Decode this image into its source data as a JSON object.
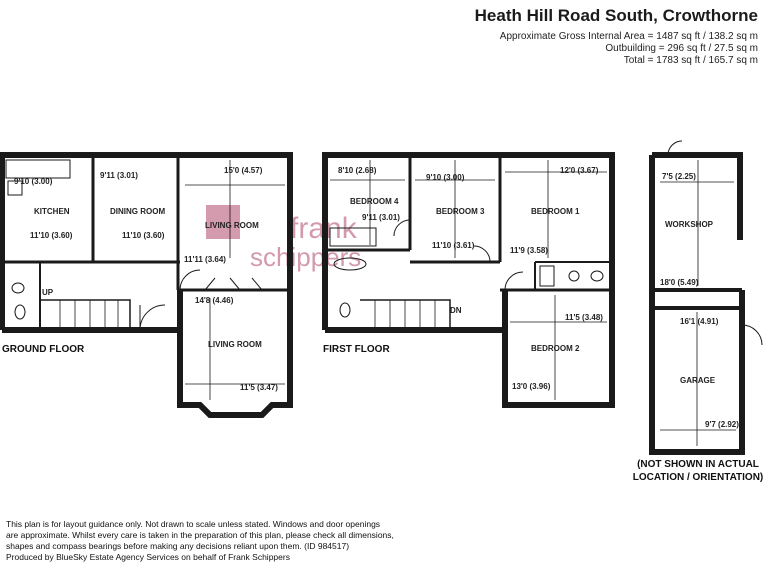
{
  "header": {
    "title": "Heath Hill Road South, Crowthorne",
    "gross_area": "Approximate Gross Internal Area = 1487 sq ft / 138.2 sq m",
    "outbuilding": "Outbuilding = 296 sq ft / 27.5 sq m",
    "total": "Total = 1783 sq ft / 165.7 sq m"
  },
  "watermark": {
    "line1": "frank",
    "line2": "schippers"
  },
  "ground_floor": {
    "label": "GROUND FLOOR",
    "kitchen": {
      "name": "KITCHEN",
      "dim_a": "9'10 (3.00)",
      "dim_b": "11'10 (3.60)"
    },
    "dining": {
      "name": "DINING ROOM",
      "dim_a": "9'11 (3.01)",
      "dim_b": "11'10 (3.60)"
    },
    "living_top": {
      "name": "LIVING ROOM",
      "dim_a": "15'0 (4.57)",
      "dim_b": "11'11 (3.64)"
    },
    "living_bottom": {
      "name": "LIVING ROOM",
      "dim_a": "14'8 (4.46)",
      "dim_b": "11'5 (3.47)"
    },
    "stairs": "UP"
  },
  "first_floor": {
    "label": "FIRST FLOOR",
    "bedroom4": {
      "name": "BEDROOM 4",
      "dim_a": "8'10 (2.68)",
      "dim_b": "9'11 (3.01)"
    },
    "bedroom3": {
      "name": "BEDROOM 3",
      "dim_a": "9'10 (3.00)",
      "dim_b": "11'10 (3.61)"
    },
    "bedroom1": {
      "name": "BEDROOM 1",
      "dim_a": "12'0 (3.67)",
      "dim_b": "11'9 (3.58)"
    },
    "bedroom2": {
      "name": "BEDROOM 2",
      "dim_a": "11'5 (3.48)",
      "dim_b": "13'0 (3.96)"
    },
    "stairs": "DN"
  },
  "outbuilding": {
    "workshop": {
      "name": "WORKSHOP",
      "dim_a": "7'5 (2.25)",
      "dim_b": "18'0 (5.49)"
    },
    "garage": {
      "name": "GARAGE",
      "dim_a": "16'1 (4.91)",
      "dim_b": "9'7 (2.92)"
    },
    "note_line1": "(NOT SHOWN IN ACTUAL",
    "note_line2": "LOCATION / ORIENTATION)"
  },
  "disclaimer": {
    "line1": "This plan is for layout guidance only. Not drawn to scale unless stated. Windows and door openings",
    "line2": "are approximate. Whilst every care is taken in the preparation of this plan, please check all dimensions,",
    "line3": "shapes and compass bearings before making any decisions reliant upon them. (ID 984517)",
    "line4": "Produced by BlueSky Estate Agency Services on behalf of Frank Schippers"
  },
  "colors": {
    "wall": "#1a1a1a",
    "watermark": "#a0204a"
  }
}
